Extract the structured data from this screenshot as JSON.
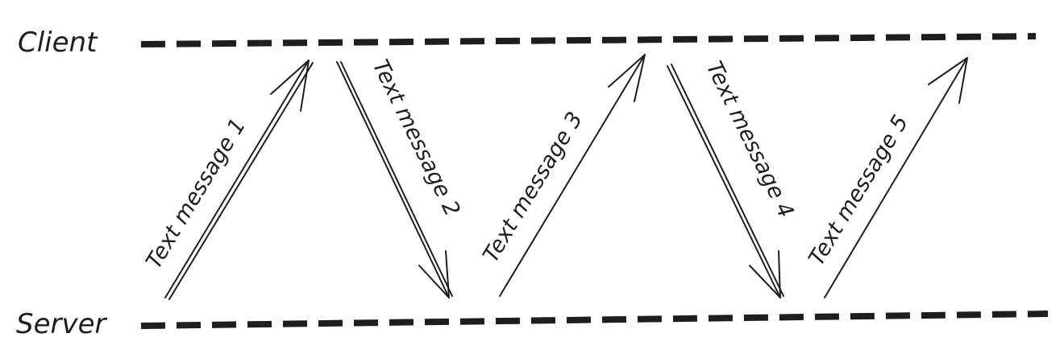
{
  "lifelines": {
    "client": "Client",
    "server": "Server"
  },
  "messages": [
    {
      "label": "Text message 1",
      "direction": "server-to-client"
    },
    {
      "label": "Text message 2",
      "direction": "client-to-server"
    },
    {
      "label": "Text message 3",
      "direction": "server-to-client"
    },
    {
      "label": "Text message 4",
      "direction": "client-to-server"
    },
    {
      "label": "Text message 5",
      "direction": "server-to-client"
    }
  ],
  "colors": {
    "ink": "#1e1e1e",
    "background": "#ffffff"
  }
}
